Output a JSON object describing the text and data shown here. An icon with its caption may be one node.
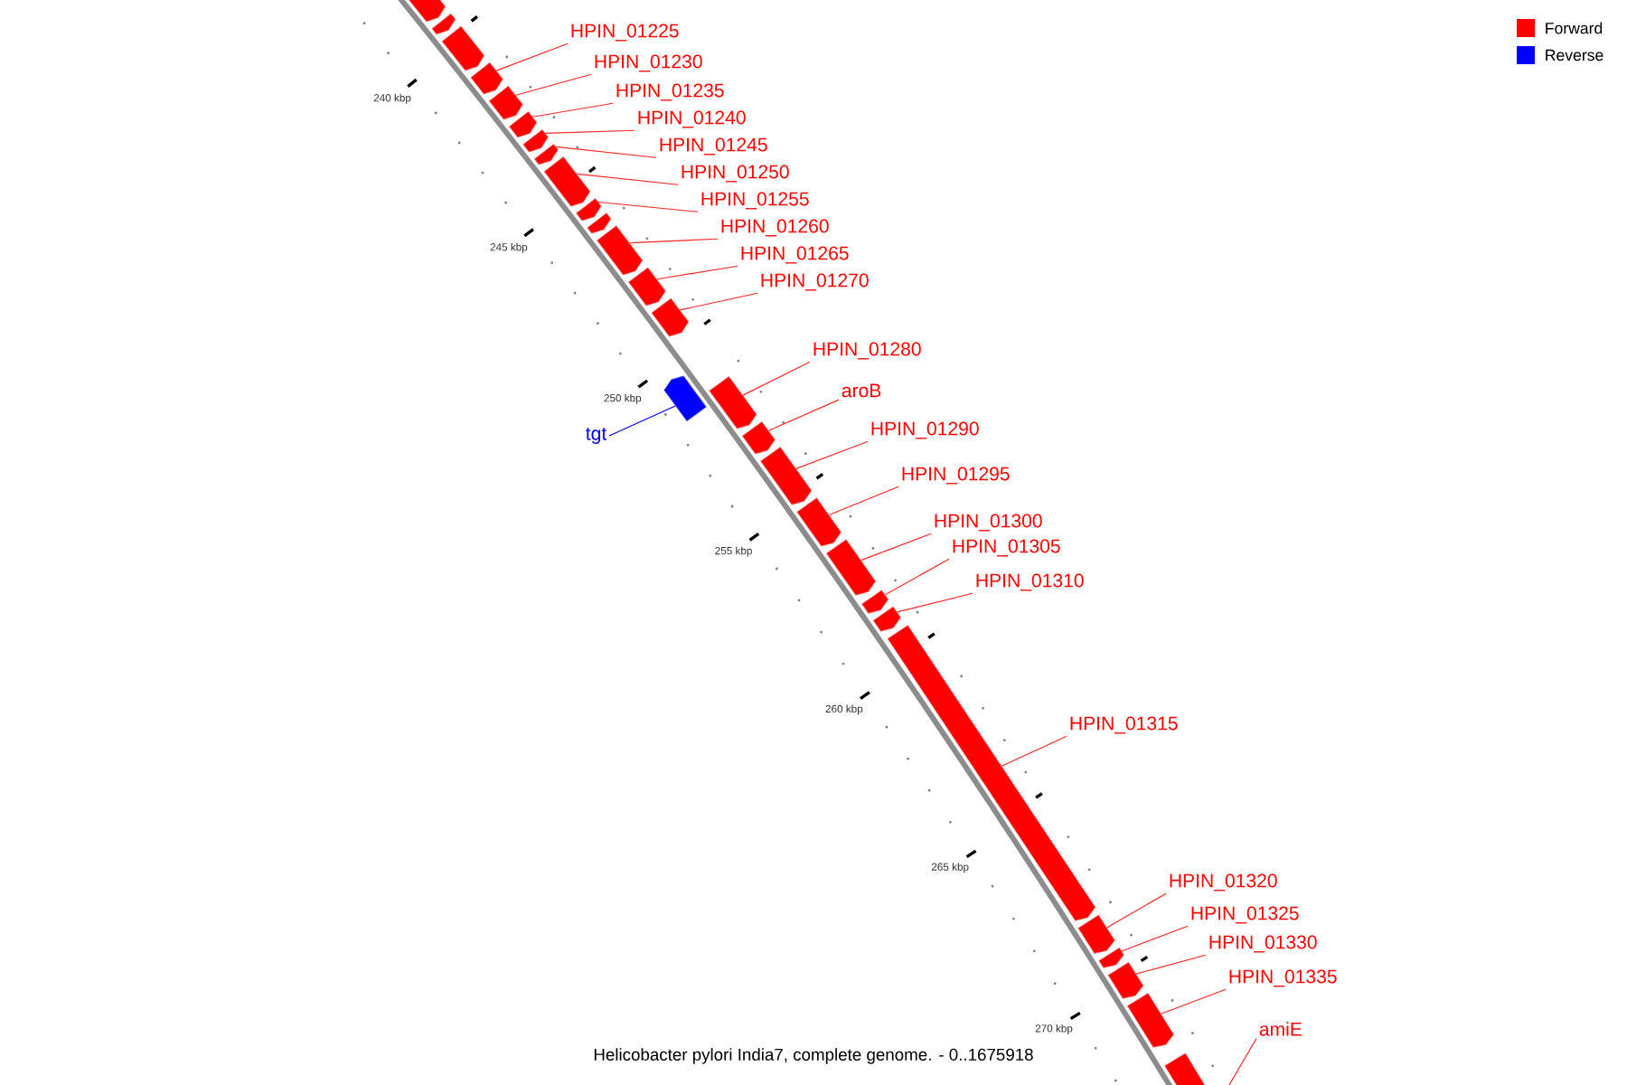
{
  "diagram": {
    "caption": "Helicobacter pylori India7, complete genome. - 0..1675918",
    "nodes": [
      {
        "text": [
          "HPIN_01225"
        ]
      },
      {
        "text": [
          "HPIN_01230"
        ]
      },
      {
        "text": [
          "HPIN_01235"
        ]
      },
      {
        "text": [
          "HPIN_01240"
        ]
      },
      {
        "text": [
          "HPIN_01245"
        ]
      },
      {
        "text": [
          "HPIN_01250"
        ]
      },
      {
        "text": [
          "HPIN_01255"
        ]
      },
      {
        "text": [
          "HPIN_01260"
        ]
      },
      {
        "text": [
          "HPIN_01265"
        ]
      },
      {
        "text": [
          "HPIN_01270"
        ]
      },
      {
        "text": [
          "HPIN_01280"
        ]
      },
      {
        "text": [
          "aroB"
        ]
      },
      {
        "text": [
          "HPIN_01290"
        ]
      },
      {
        "text": [
          "tgt"
        ]
      },
      {
        "text": [
          "HPIN_01295"
        ]
      },
      {
        "text": [
          "HPIN_01300"
        ]
      },
      {
        "text": [
          "HPIN_01305"
        ]
      },
      {
        "text": [
          "HPIN_01310"
        ]
      },
      {
        "text": [
          "HPIN_01315"
        ]
      },
      {
        "text": [
          "HPIN_01320"
        ]
      },
      {
        "text": [
          "HPIN_01325"
        ]
      },
      {
        "text": [
          "HPIN_01330"
        ]
      },
      {
        "text": [
          "HPIN_01335"
        ]
      },
      {
        "text": [
          "amiE"
        ]
      },
      {
        "text": [],
        "shape": "bar"
      },
      {
        "text": [],
        "shape": "bar"
      },
      {
        "text": [],
        "shape": "bar"
      },
      {
        "text": [],
        "shape": "bar"
      },
      {
        "text": [],
        "shape": "bar"
      },
      {
        "text": [],
        "shape": "bar"
      },
      {
        "text": [],
        "shape": "bar"
      },
      {
        "text": [],
        "shape": "bar"
      },
      {
        "text": [],
        "shape": "bar"
      },
      {
        "text": [],
        "shape": "bar"
      },
      {
        "text": [],
        "shape": "bar"
      },
      {
        "text": [],
        "shape": "bar"
      },
      {
        "text": [],
        "shape": "bar"
      },
      {
        "text": [],
        "shape": "bar"
      },
      {
        "text": [],
        "shape": "bar"
      },
      {
        "text": [],
        "shape": "bar"
      },
      {
        "text": [],
        "shape": "bar"
      },
      {
        "text": [],
        "shape": "bar"
      },
      {
        "text": [],
        "shape": "bar"
      },
      {
        "text": [],
        "shape": "bar"
      },
      {
        "text": [],
        "shape": "bar"
      },
      {
        "text": [],
        "shape": "bar"
      },
      {
        "text": [],
        "shape": "bar"
      },
      {
        "text": [],
        "shape": "bar"
      },
      {
        "text": [],
        "shape": "bar"
      },
      {
        "text": [],
        "shape": "bar"
      },
      {
        "text": [],
        "shape": "bar"
      },
      {
        "text": [],
        "shape": "bar"
      }
    ],
    "edges": [
      {
        "from": 0,
        "to": 27,
        "arrow": "none"
      },
      {
        "from": 1,
        "to": 28,
        "arrow": "none"
      },
      {
        "from": 2,
        "to": 29,
        "arrow": "none"
      },
      {
        "from": 3,
        "to": 30,
        "arrow": "none"
      },
      {
        "from": 4,
        "to": 31,
        "arrow": "none"
      },
      {
        "from": 5,
        "to": 32,
        "arrow": "none"
      },
      {
        "from": 6,
        "to": 33,
        "arrow": "none"
      },
      {
        "from": 7,
        "to": 35,
        "arrow": "none"
      },
      {
        "from": 8,
        "to": 36,
        "arrow": "none"
      },
      {
        "from": 9,
        "to": 37,
        "arrow": "none"
      },
      {
        "from": 10,
        "to": 39,
        "arrow": "none"
      },
      {
        "from": 11,
        "to": 40,
        "arrow": "none"
      },
      {
        "from": 12,
        "to": 41,
        "arrow": "none"
      },
      {
        "from": 13,
        "to": 38,
        "arrow": "none",
        "color": "#0000ff"
      },
      {
        "from": 14,
        "to": 42,
        "arrow": "none"
      },
      {
        "from": 15,
        "to": 43,
        "arrow": "none"
      },
      {
        "from": 16,
        "to": 44,
        "arrow": "none"
      },
      {
        "from": 17,
        "to": 45,
        "arrow": "none"
      },
      {
        "from": 18,
        "to": 46,
        "arrow": "none"
      },
      {
        "from": 19,
        "to": 47,
        "arrow": "none"
      },
      {
        "from": 20,
        "to": 48,
        "arrow": "none"
      },
      {
        "from": 21,
        "to": 49,
        "arrow": "none"
      },
      {
        "from": 22,
        "to": 50,
        "arrow": "none"
      },
      {
        "from": 23,
        "to": 51,
        "arrow": "none"
      }
    ],
    "labels": [
      "240 kbp",
      "245 kbp",
      "250 kbp",
      "255 kbp",
      "260 kbp",
      "265 kbp",
      "270 kbp"
    ],
    "legend": [
      {
        "text": "Forward",
        "color": "#ff0000"
      },
      {
        "text": "Reverse",
        "color": "#0000ff"
      }
    ]
  }
}
